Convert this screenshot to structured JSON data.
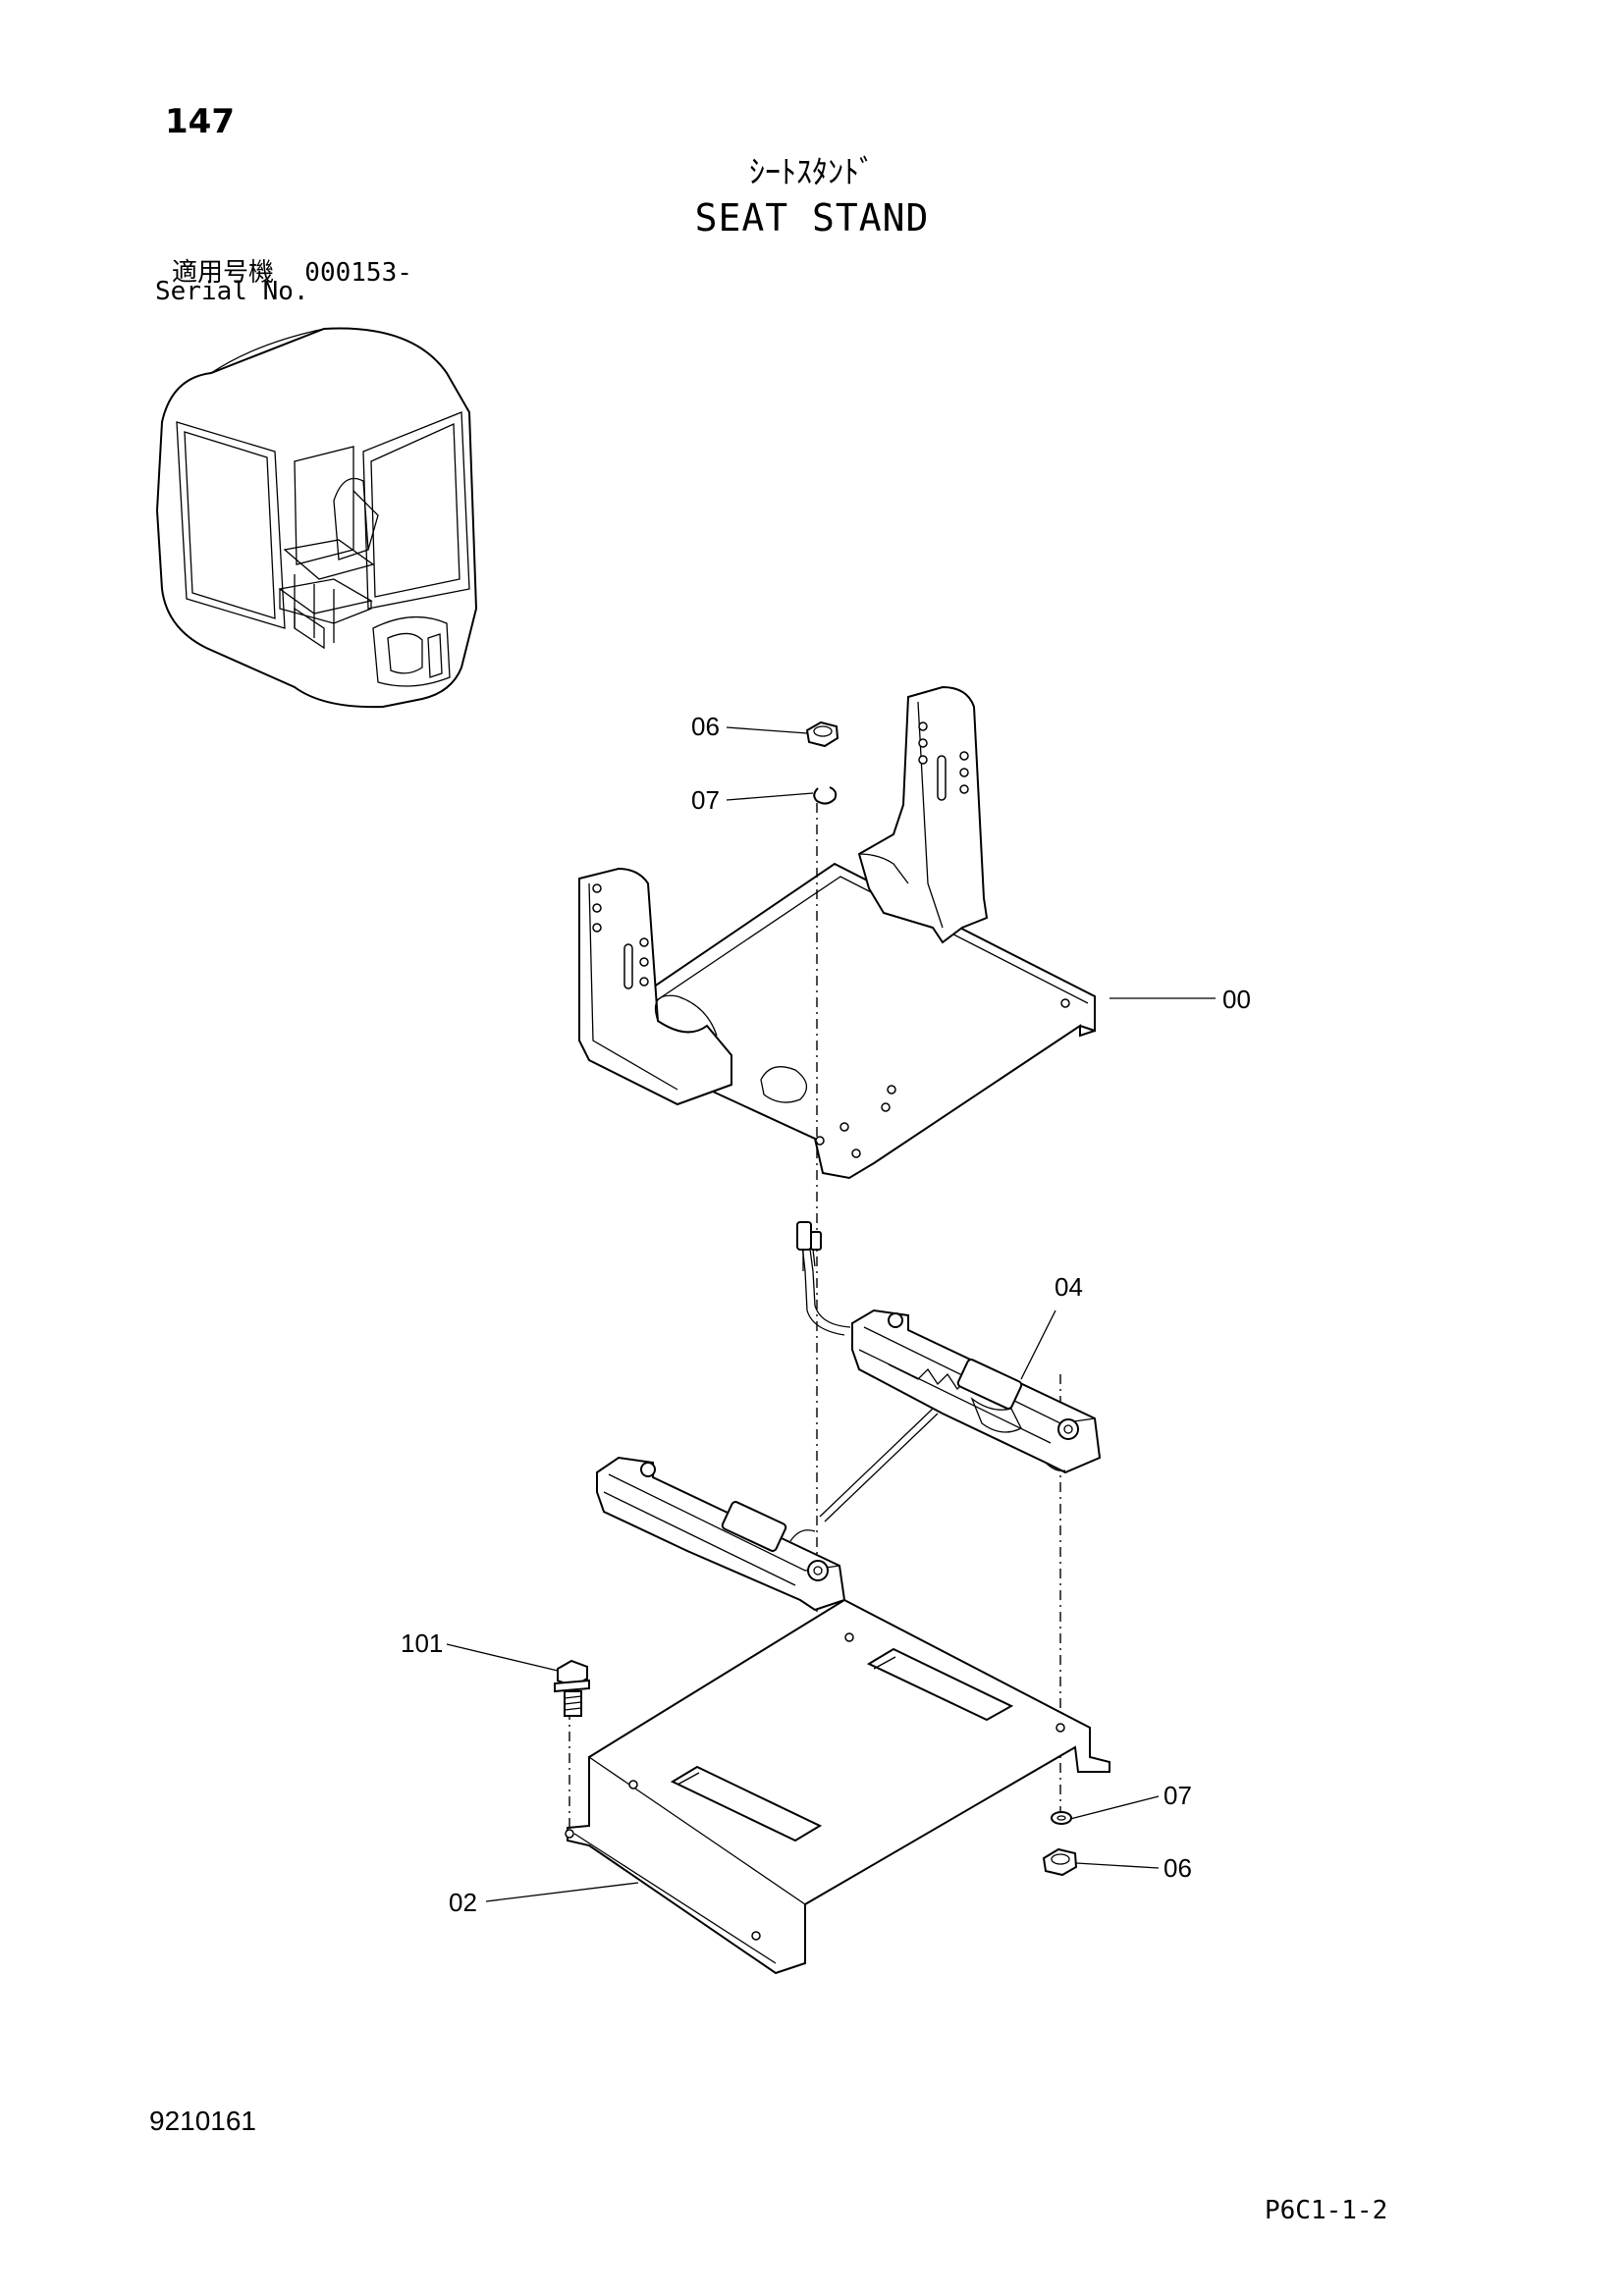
{
  "header": {
    "page_number": "147",
    "title_jp": "ｼｰﾄｽﾀﾝﾄﾞ",
    "title_en": "SEAT STAND",
    "serial_label_jp": "適用号機  000153-",
    "serial_label_en": "Serial No."
  },
  "callouts": {
    "c00": "00",
    "c02": "02",
    "c04": "04",
    "c06_top": "06",
    "c07_top": "07",
    "c07_bottom": "07",
    "c06_bottom": "06",
    "c101": "101"
  },
  "footer": {
    "doc_number": "9210161",
    "figure_code": "P6C1-1-2"
  }
}
